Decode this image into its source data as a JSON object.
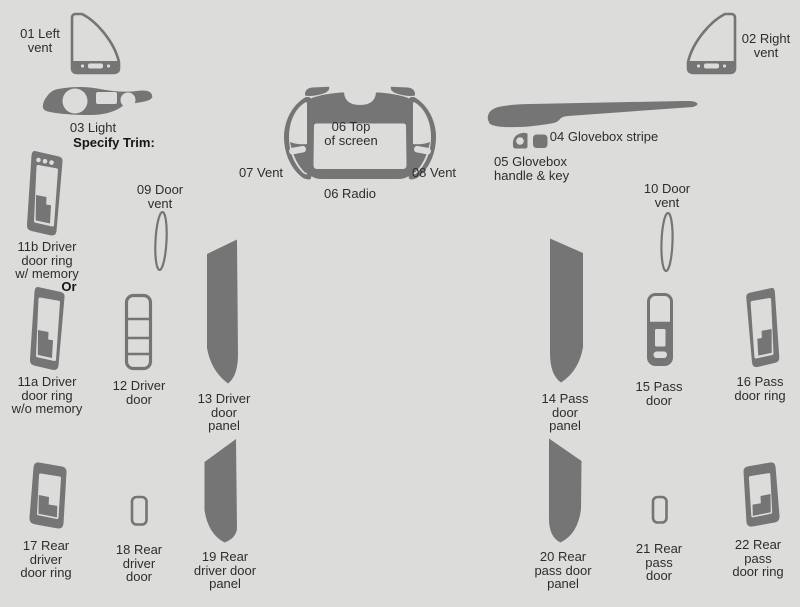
{
  "colors": {
    "background": "#dcdddb",
    "part": "#757575",
    "text": "#2d2d2d"
  },
  "headings": {
    "specify_trim": "Specify Trim:",
    "or_divider": "Or"
  },
  "parts": {
    "left_vent": {
      "label": "01 Left\nvent"
    },
    "right_vent": {
      "label": "02 Right\nvent"
    },
    "light": {
      "label": "03 Light"
    },
    "glovebox_stripe": {
      "label": "04 Glovebox stripe"
    },
    "glovebox_handle_key": {
      "label": "05 Glovebox\nhandle & key"
    },
    "top_of_screen": {
      "label": "06 Top\nof screen"
    },
    "radio": {
      "label": "06 Radio"
    },
    "vent_left_center": {
      "label": "07 Vent"
    },
    "vent_right_center": {
      "label": "08 Vent"
    },
    "door_vent_driver": {
      "label": "09 Door\nvent"
    },
    "door_vent_pass": {
      "label": "10 Door\nvent"
    },
    "driver_door_ring_memory": {
      "label": "11b Driver\ndoor ring\nw/ memory"
    },
    "driver_door_ring_no_memory": {
      "label": "11a Driver\ndoor ring\nw/o memory"
    },
    "driver_door": {
      "label": "12 Driver\ndoor"
    },
    "driver_door_panel": {
      "label": "13 Driver\ndoor\npanel"
    },
    "pass_door_panel": {
      "label": "14 Pass\ndoor\npanel"
    },
    "pass_door": {
      "label": "15 Pass\ndoor"
    },
    "pass_door_ring": {
      "label": "16 Pass\ndoor ring"
    },
    "rear_driver_door_ring": {
      "label": "17 Rear\ndriver\ndoor ring"
    },
    "rear_driver_door": {
      "label": "18 Rear\ndriver\ndoor"
    },
    "rear_driver_door_panel": {
      "label": "19 Rear\ndriver door\npanel"
    },
    "rear_pass_door_panel": {
      "label": "20 Rear\npass door\npanel"
    },
    "rear_pass_door": {
      "label": "21 Rear\npass\ndoor"
    },
    "rear_pass_door_ring": {
      "label": "22 Rear\npass\ndoor ring"
    }
  }
}
